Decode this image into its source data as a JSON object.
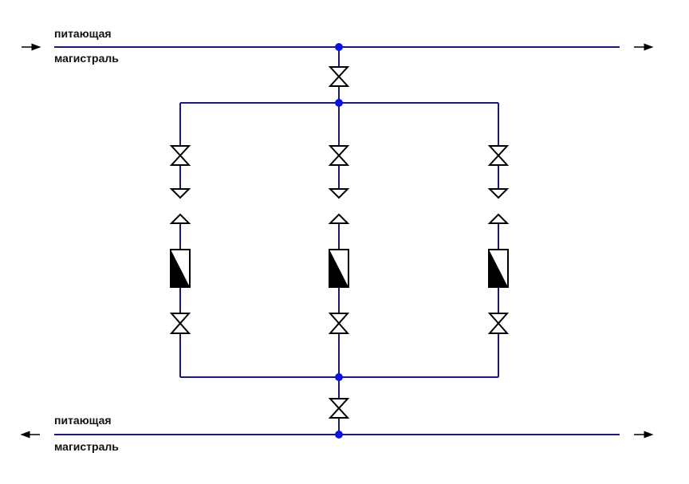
{
  "labels": {
    "top_line1": "питающая",
    "top_line2": "магистраль",
    "bottom_line1": "питающая",
    "bottom_line2": "магистраль"
  },
  "colors": {
    "pipe": "#1a1a7a",
    "node": "#0a14e0",
    "symbol": "#000000"
  },
  "branches": [
    "branch-left",
    "branch-center",
    "branch-right"
  ]
}
